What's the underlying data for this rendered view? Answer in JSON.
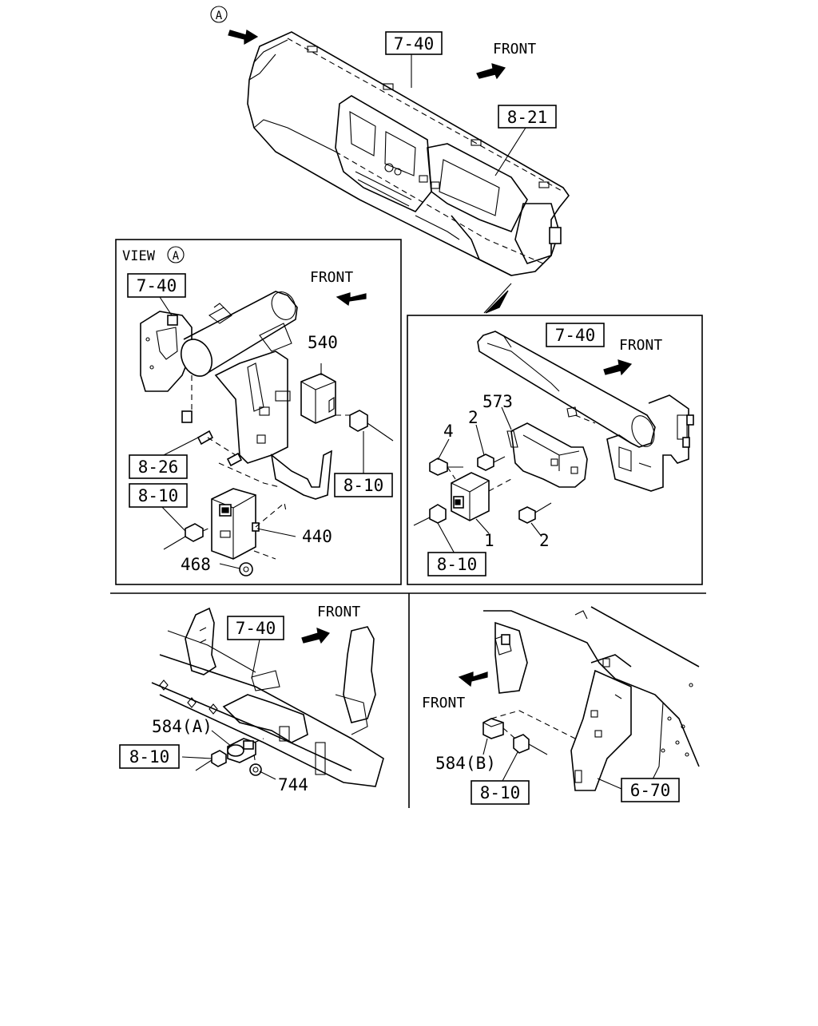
{
  "callouts": {
    "view_marker": "A",
    "dashboard_ref": "7-40",
    "dashboard_front": "FRONT",
    "cluster_ref": "8-21",
    "view_a_title": "VIEW",
    "view_a_title_circle": "A",
    "view_a_ref_main": "7-40",
    "view_a_front": "FRONT",
    "view_a_part_540": "540",
    "view_a_ref_826": "8-26",
    "view_a_ref_810_left": "8-10",
    "view_a_ref_810_right": "8-10",
    "view_a_part_440": "440",
    "view_a_part_468": "468",
    "right_ref_main": "7-40",
    "right_front": "FRONT",
    "right_part_573": "573",
    "right_part_4": "4",
    "right_part_2_top": "2",
    "right_part_1": "1",
    "right_part_2_bottom": "2",
    "right_ref_810": "8-10",
    "bl_ref_main": "7-40",
    "bl_front": "FRONT",
    "bl_part_584a": "584(A)",
    "bl_ref_810": "8-10",
    "bl_part_744": "744",
    "br_front": "FRONT",
    "br_part_584b": "584(B)",
    "br_ref_810": "8-10",
    "br_ref_670": "6-70"
  }
}
